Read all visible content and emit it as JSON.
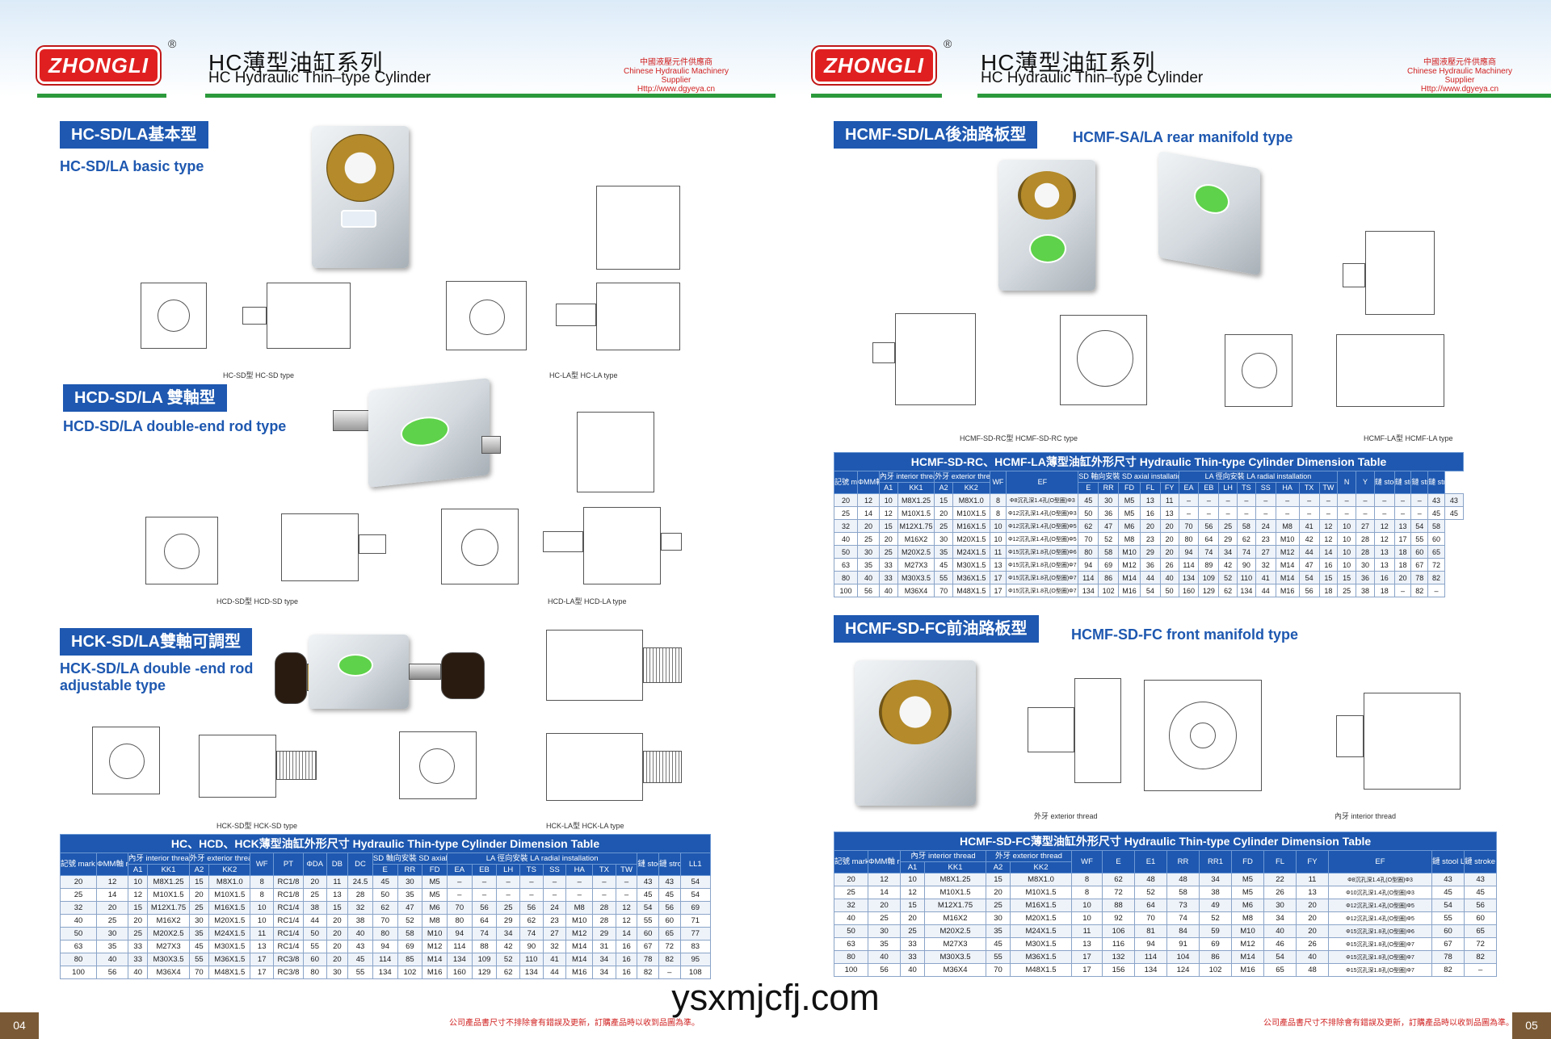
{
  "header": {
    "logo": "ZHONGLI",
    "reg": "®",
    "title_cn": "HC薄型油缸系列",
    "title_en": "HC Hydraulic Thin–type Cylinder",
    "supplier_cn": "中國液壓元件供應商",
    "supplier_en": "Chinese Hydraulic Machinery Supplier",
    "supplier_url": "Http://www.dgyeya.cn"
  },
  "left": {
    "sec1": {
      "cn": "HC-SD/LA基本型",
      "en": "HC-SD/LA basic type",
      "cap_sd": "HC-SD型  HC-SD type",
      "cap_la": "HC-LA型  HC-LA type"
    },
    "sec2": {
      "cn": "HCD-SD/LA 雙軸型",
      "en": "HCD-SD/LA double-end rod type",
      "cap_sd": "HCD-SD型  HCD-SD type",
      "cap_la": "HCD-LA型  HCD-LA type"
    },
    "sec3": {
      "cn": "HCK-SD/LA雙軸可調型",
      "en": "HCK-SD/LA double -end rod adjustable type",
      "cap_sd": "HCK-SD型  HCK-SD type",
      "cap_la": "HCK-LA型  HCK-LA type"
    },
    "table": {
      "title": "HC、HCD、HCK薄型油缸外形尺寸   Hydraulic Thin-type Cylinder Dimension Table",
      "h1": [
        "記號 mark ΦD內徑",
        "ΦMM軸 rod diameter",
        "內牙 interior thread",
        "外牙 exterior thread",
        "WF",
        "PT",
        "ΦDA",
        "DB",
        "DC",
        "SD 軸向安裝 SD axial installation",
        "LA 徑向安裝 LA radial installation",
        "鏈 stool LL",
        "鏈 stroke LL",
        "LL1"
      ],
      "h2": [
        "A1",
        "KK1",
        "A2",
        "KK2",
        "E",
        "RR",
        "FD",
        "EA",
        "EB",
        "LH",
        "TS",
        "SS",
        "HA",
        "TX",
        "TW"
      ],
      "rows": [
        [
          "20",
          "12",
          "10",
          "M8X1.25",
          "15",
          "M8X1.0",
          "8",
          "RC1/8",
          "20",
          "11",
          "24.5",
          "45",
          "30",
          "M5",
          "–",
          "–",
          "–",
          "–",
          "–",
          "–",
          "–",
          "–",
          "43",
          "43",
          "54"
        ],
        [
          "25",
          "14",
          "12",
          "M10X1.5",
          "20",
          "M10X1.5",
          "8",
          "RC1/8",
          "25",
          "13",
          "28",
          "50",
          "35",
          "M5",
          "–",
          "–",
          "–",
          "–",
          "–",
          "–",
          "–",
          "–",
          "45",
          "45",
          "54"
        ],
        [
          "32",
          "20",
          "15",
          "M12X1.75",
          "25",
          "M16X1.5",
          "10",
          "RC1/4",
          "38",
          "15",
          "32",
          "62",
          "47",
          "M6",
          "70",
          "56",
          "25",
          "56",
          "24",
          "M8",
          "28",
          "12",
          "54",
          "56",
          "69"
        ],
        [
          "40",
          "25",
          "20",
          "M16X2",
          "30",
          "M20X1.5",
          "10",
          "RC1/4",
          "44",
          "20",
          "38",
          "70",
          "52",
          "M8",
          "80",
          "64",
          "29",
          "62",
          "23",
          "M10",
          "28",
          "12",
          "55",
          "60",
          "71"
        ],
        [
          "50",
          "30",
          "25",
          "M20X2.5",
          "35",
          "M24X1.5",
          "11",
          "RC1/4",
          "50",
          "20",
          "40",
          "80",
          "58",
          "M10",
          "94",
          "74",
          "34",
          "74",
          "27",
          "M12",
          "29",
          "14",
          "60",
          "65",
          "77"
        ],
        [
          "63",
          "35",
          "33",
          "M27X3",
          "45",
          "M30X1.5",
          "13",
          "RC1/4",
          "55",
          "20",
          "43",
          "94",
          "69",
          "M12",
          "114",
          "88",
          "42",
          "90",
          "32",
          "M14",
          "31",
          "16",
          "67",
          "72",
          "83"
        ],
        [
          "80",
          "40",
          "33",
          "M30X3.5",
          "55",
          "M36X1.5",
          "17",
          "RC3/8",
          "60",
          "20",
          "45",
          "114",
          "85",
          "M14",
          "134",
          "109",
          "52",
          "110",
          "41",
          "M14",
          "34",
          "16",
          "78",
          "82",
          "95"
        ],
        [
          "100",
          "56",
          "40",
          "M36X4",
          "70",
          "M48X1.5",
          "17",
          "RC3/8",
          "80",
          "30",
          "55",
          "134",
          "102",
          "M16",
          "160",
          "129",
          "62",
          "134",
          "44",
          "M16",
          "34",
          "16",
          "82",
          "–",
          "108"
        ]
      ]
    },
    "footer": "公司產品書尺寸不排除會有錯誤及更新，訂購產品時以收到品圖為準。",
    "page": "04"
  },
  "right": {
    "sec1": {
      "cn": "HCMF-SD/LA後油路板型",
      "en": "HCMF-SA/LA rear manifold type",
      "cap_rc": "HCMF-SD-RC型  HCMF-SD-RC type",
      "cap_la": "HCMF-LA型  HCMF-LA type"
    },
    "table1": {
      "title": "HCMF-SD-RC、HCMF-LA薄型油缸外形尺寸   Hydraulic Thin-type Cylinder Dimension Table",
      "h1": [
        "記號 mark ΦD內徑",
        "ΦMM軸 rod diameter",
        "內牙 interior thread",
        "外牙 exterior thread",
        "WF",
        "EF",
        "SD 軸向安裝 SD axial installation",
        "LA 徑向安裝 LA radial installation",
        "N",
        "Y",
        "鏈 stool PL",
        "鏈 stool PL",
        "鏈 stroke LL",
        "鏈 stroke LL"
      ],
      "h2": [
        "A1",
        "KK1",
        "A2",
        "KK2",
        "E",
        "RR",
        "FD",
        "FL",
        "FY",
        "EA",
        "EB",
        "LH",
        "TS",
        "SS",
        "HA",
        "TX",
        "TW"
      ],
      "rows": [
        [
          "20",
          "12",
          "10",
          "M8X1.25",
          "15",
          "M8X1.0",
          "8",
          "Φ8沉孔深1.4孔(O型圈)Φ3",
          "45",
          "30",
          "M5",
          "13",
          "11",
          "–",
          "–",
          "–",
          "–",
          "–",
          "–",
          "–",
          "–",
          "–",
          "–",
          "–",
          "–",
          "–",
          "43",
          "43"
        ],
        [
          "25",
          "14",
          "12",
          "M10X1.5",
          "20",
          "M10X1.5",
          "8",
          "Φ12沉孔深1.4孔(O型圈)Φ3",
          "50",
          "36",
          "M5",
          "16",
          "13",
          "–",
          "–",
          "–",
          "–",
          "–",
          "–",
          "–",
          "–",
          "–",
          "–",
          "–",
          "–",
          "–",
          "45",
          "45"
        ],
        [
          "32",
          "20",
          "15",
          "M12X1.75",
          "25",
          "M16X1.5",
          "10",
          "Φ12沉孔深1.4孔(O型圈)Φ5",
          "62",
          "47",
          "M6",
          "20",
          "20",
          "70",
          "56",
          "25",
          "58",
          "24",
          "M8",
          "41",
          "12",
          "10",
          "27",
          "12",
          "13",
          "54",
          "58"
        ],
        [
          "40",
          "25",
          "20",
          "M16X2",
          "30",
          "M20X1.5",
          "10",
          "Φ12沉孔深1.4孔(O型圈)Φ5",
          "70",
          "52",
          "M8",
          "23",
          "20",
          "80",
          "64",
          "29",
          "62",
          "23",
          "M10",
          "42",
          "12",
          "10",
          "28",
          "12",
          "17",
          "55",
          "60"
        ],
        [
          "50",
          "30",
          "25",
          "M20X2.5",
          "35",
          "M24X1.5",
          "11",
          "Φ15沉孔深1.8孔(O型圈)Φ6",
          "80",
          "58",
          "M10",
          "29",
          "20",
          "94",
          "74",
          "34",
          "74",
          "27",
          "M12",
          "44",
          "14",
          "10",
          "28",
          "13",
          "18",
          "60",
          "65"
        ],
        [
          "63",
          "35",
          "33",
          "M27X3",
          "45",
          "M30X1.5",
          "13",
          "Φ15沉孔深1.8孔(O型圈)Φ7",
          "94",
          "69",
          "M12",
          "36",
          "26",
          "114",
          "89",
          "42",
          "90",
          "32",
          "M14",
          "47",
          "16",
          "10",
          "30",
          "13",
          "18",
          "67",
          "72"
        ],
        [
          "80",
          "40",
          "33",
          "M30X3.5",
          "55",
          "M36X1.5",
          "17",
          "Φ15沉孔深1.8孔(O型圈)Φ7",
          "114",
          "86",
          "M14",
          "44",
          "40",
          "134",
          "109",
          "52",
          "110",
          "41",
          "M14",
          "54",
          "15",
          "15",
          "36",
          "16",
          "20",
          "78",
          "82"
        ],
        [
          "100",
          "56",
          "40",
          "M36X4",
          "70",
          "M48X1.5",
          "17",
          "Φ15沉孔深1.8孔(O型圈)Φ7",
          "134",
          "102",
          "M16",
          "54",
          "50",
          "160",
          "129",
          "62",
          "134",
          "44",
          "M16",
          "56",
          "18",
          "25",
          "38",
          "18",
          "–",
          "82",
          "–"
        ]
      ]
    },
    "sec2": {
      "cn": "HCMF-SD-FC前油路板型",
      "en": "HCMF-SD-FC front manifold type",
      "cap_ext": "外牙 exterior thread",
      "cap_int": "內牙 interior thread"
    },
    "table2": {
      "title": "HCMF-SD-FC薄型油缸外形尺寸 Hydraulic Thin-type Cylinder Dimension Table",
      "h1": [
        "記號 mark ΦD內徑",
        "ΦMM軸 rod diameter",
        "內牙 interior thread",
        "外牙 exterior thread",
        "WF",
        "E",
        "E1",
        "RR",
        "RR1",
        "FD",
        "FL",
        "FY",
        "EF",
        "鏈 stool LL",
        "鏈 stroke LL"
      ],
      "h2": [
        "A1",
        "KK1",
        "A2",
        "KK2"
      ],
      "rows": [
        [
          "20",
          "12",
          "10",
          "M8X1.25",
          "15",
          "M8X1.0",
          "8",
          "62",
          "48",
          "48",
          "34",
          "M5",
          "22",
          "11",
          "Φ8沉孔深1.4孔(O型圈)Φ3",
          "43",
          "43"
        ],
        [
          "25",
          "14",
          "12",
          "M10X1.5",
          "20",
          "M10X1.5",
          "8",
          "72",
          "52",
          "58",
          "38",
          "M5",
          "26",
          "13",
          "Φ10沉孔深1.4孔(O型圈)Φ3",
          "45",
          "45"
        ],
        [
          "32",
          "20",
          "15",
          "M12X1.75",
          "25",
          "M16X1.5",
          "10",
          "88",
          "64",
          "73",
          "49",
          "M6",
          "30",
          "20",
          "Φ12沉孔深1.4孔(O型圈)Φ5",
          "54",
          "56"
        ],
        [
          "40",
          "25",
          "20",
          "M16X2",
          "30",
          "M20X1.5",
          "10",
          "92",
          "70",
          "74",
          "52",
          "M8",
          "34",
          "20",
          "Φ12沉孔深1.4孔(O型圈)Φ5",
          "55",
          "60"
        ],
        [
          "50",
          "30",
          "25",
          "M20X2.5",
          "35",
          "M24X1.5",
          "11",
          "106",
          "81",
          "84",
          "59",
          "M10",
          "40",
          "20",
          "Φ15沉孔深1.8孔(O型圈)Φ6",
          "60",
          "65"
        ],
        [
          "63",
          "35",
          "33",
          "M27X3",
          "45",
          "M30X1.5",
          "13",
          "116",
          "94",
          "91",
          "69",
          "M12",
          "46",
          "26",
          "Φ15沉孔深1.8孔(O型圈)Φ7",
          "67",
          "72"
        ],
        [
          "80",
          "40",
          "33",
          "M30X3.5",
          "55",
          "M36X1.5",
          "17",
          "132",
          "114",
          "104",
          "86",
          "M14",
          "54",
          "40",
          "Φ15沉孔深1.8孔(O型圈)Φ7",
          "78",
          "82"
        ],
        [
          "100",
          "56",
          "40",
          "M36X4",
          "70",
          "M48X1.5",
          "17",
          "156",
          "134",
          "124",
          "102",
          "M16",
          "65",
          "48",
          "Φ15沉孔深1.8孔(O型圈)Φ7",
          "82",
          "–"
        ]
      ]
    },
    "footer": "公司產品書尺寸不排除會有錯誤及更新，訂購產品時以收到品圖為準。",
    "page": "05"
  },
  "watermark": "ysxmjcfj.com"
}
